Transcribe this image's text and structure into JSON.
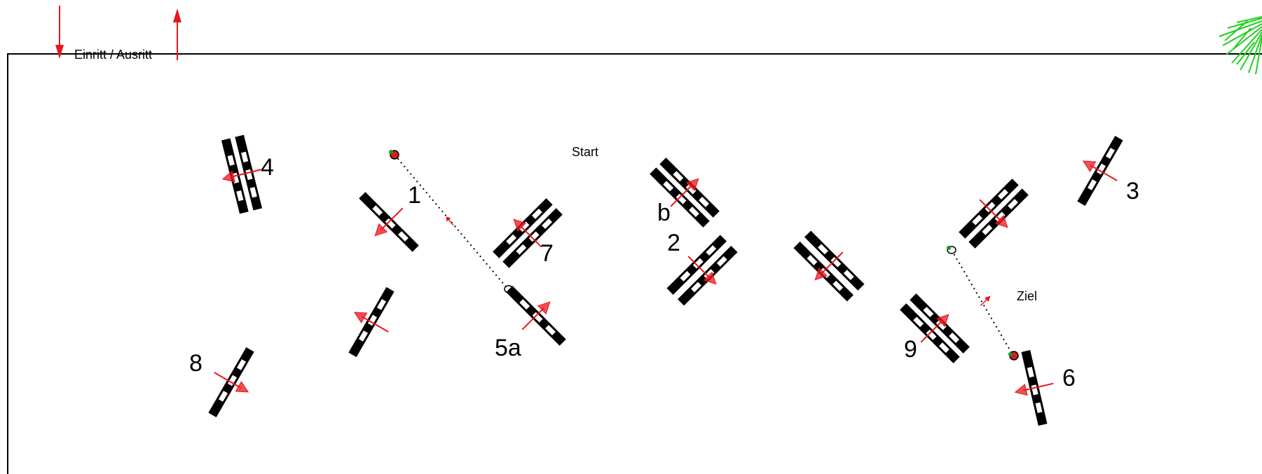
{
  "labels": {
    "entry_exit": "Einritt / Ausritt",
    "start": "Start",
    "finish": "Ziel"
  },
  "obstacles": [
    {
      "id": "4",
      "label": "4",
      "kind": "oxer"
    },
    {
      "id": "1",
      "label": "1",
      "kind": "vertical"
    },
    {
      "id": "7",
      "label": "7",
      "kind": "oxer"
    },
    {
      "id": "b",
      "label": "b",
      "kind": "oxer"
    },
    {
      "id": "2",
      "label": "2",
      "kind": "oxer"
    },
    {
      "id": "3",
      "label": "3",
      "kind": "vertical"
    },
    {
      "id": "5a",
      "label": "5a",
      "kind": "vertical"
    },
    {
      "id": "8",
      "label": "8",
      "kind": "vertical"
    },
    {
      "id": "9",
      "label": "9",
      "kind": "oxer"
    },
    {
      "id": "6",
      "label": "6",
      "kind": "vertical"
    },
    {
      "id": "unlabeled-center",
      "label": "",
      "kind": "oxer"
    },
    {
      "id": "unlabeled-right",
      "label": "",
      "kind": "oxer"
    },
    {
      "id": "unlabeled-left",
      "label": "",
      "kind": "vertical"
    }
  ],
  "colors": {
    "arena_border": "#000000",
    "arrow": "#e8161b",
    "pole_dark": "#000000",
    "pole_light": "#ffffff",
    "flag_green": "#1a9a1a",
    "tree_green": "#1ed01e"
  },
  "icons": {
    "entry": "arrow-down-icon",
    "exit": "arrow-up-icon",
    "tree": "tree-icon",
    "flag": "flag-post-icon"
  }
}
